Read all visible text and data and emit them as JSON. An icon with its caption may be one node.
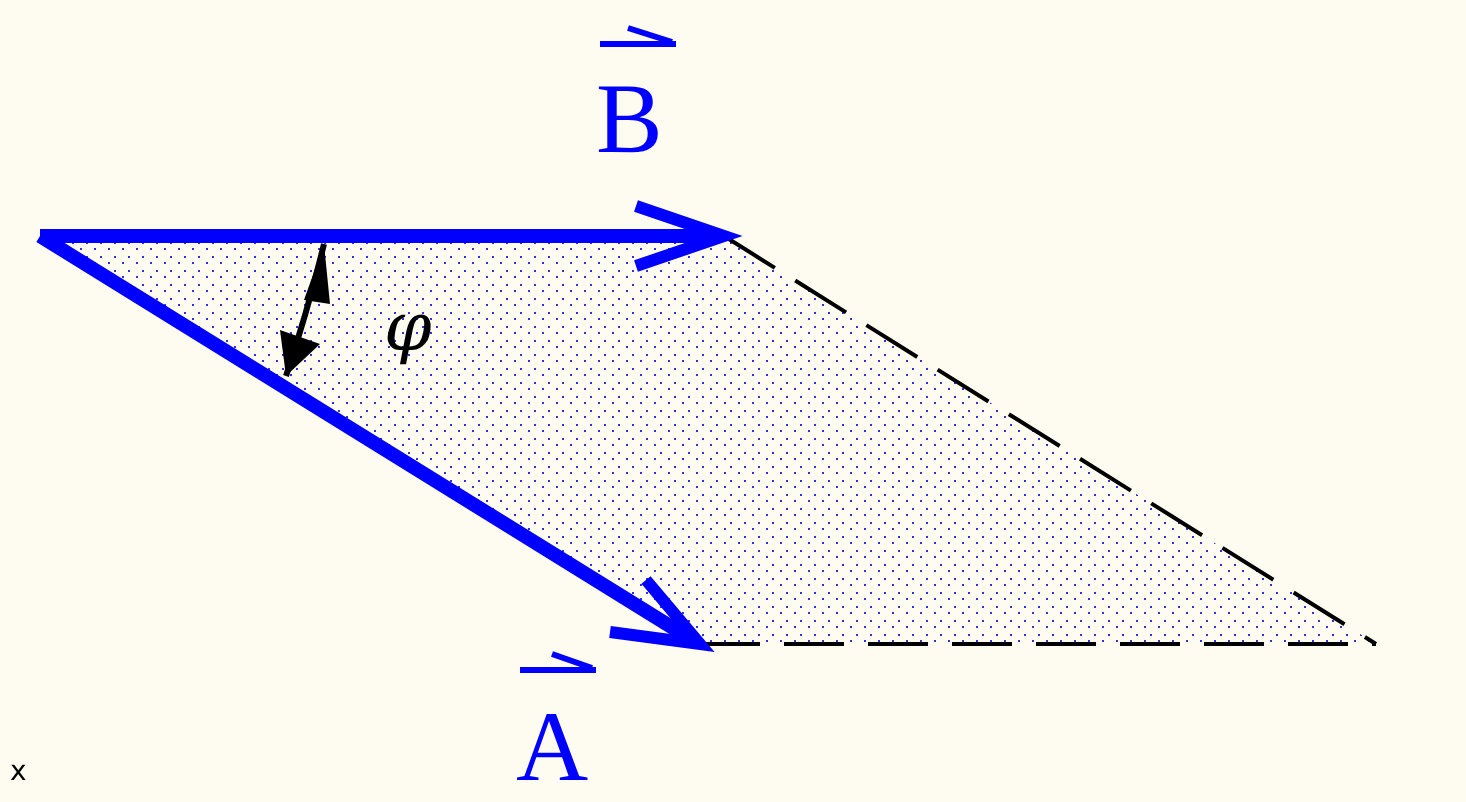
{
  "diagram": {
    "labels": [
      "B",
      "A",
      "φ",
      "x"
    ]
  }
}
